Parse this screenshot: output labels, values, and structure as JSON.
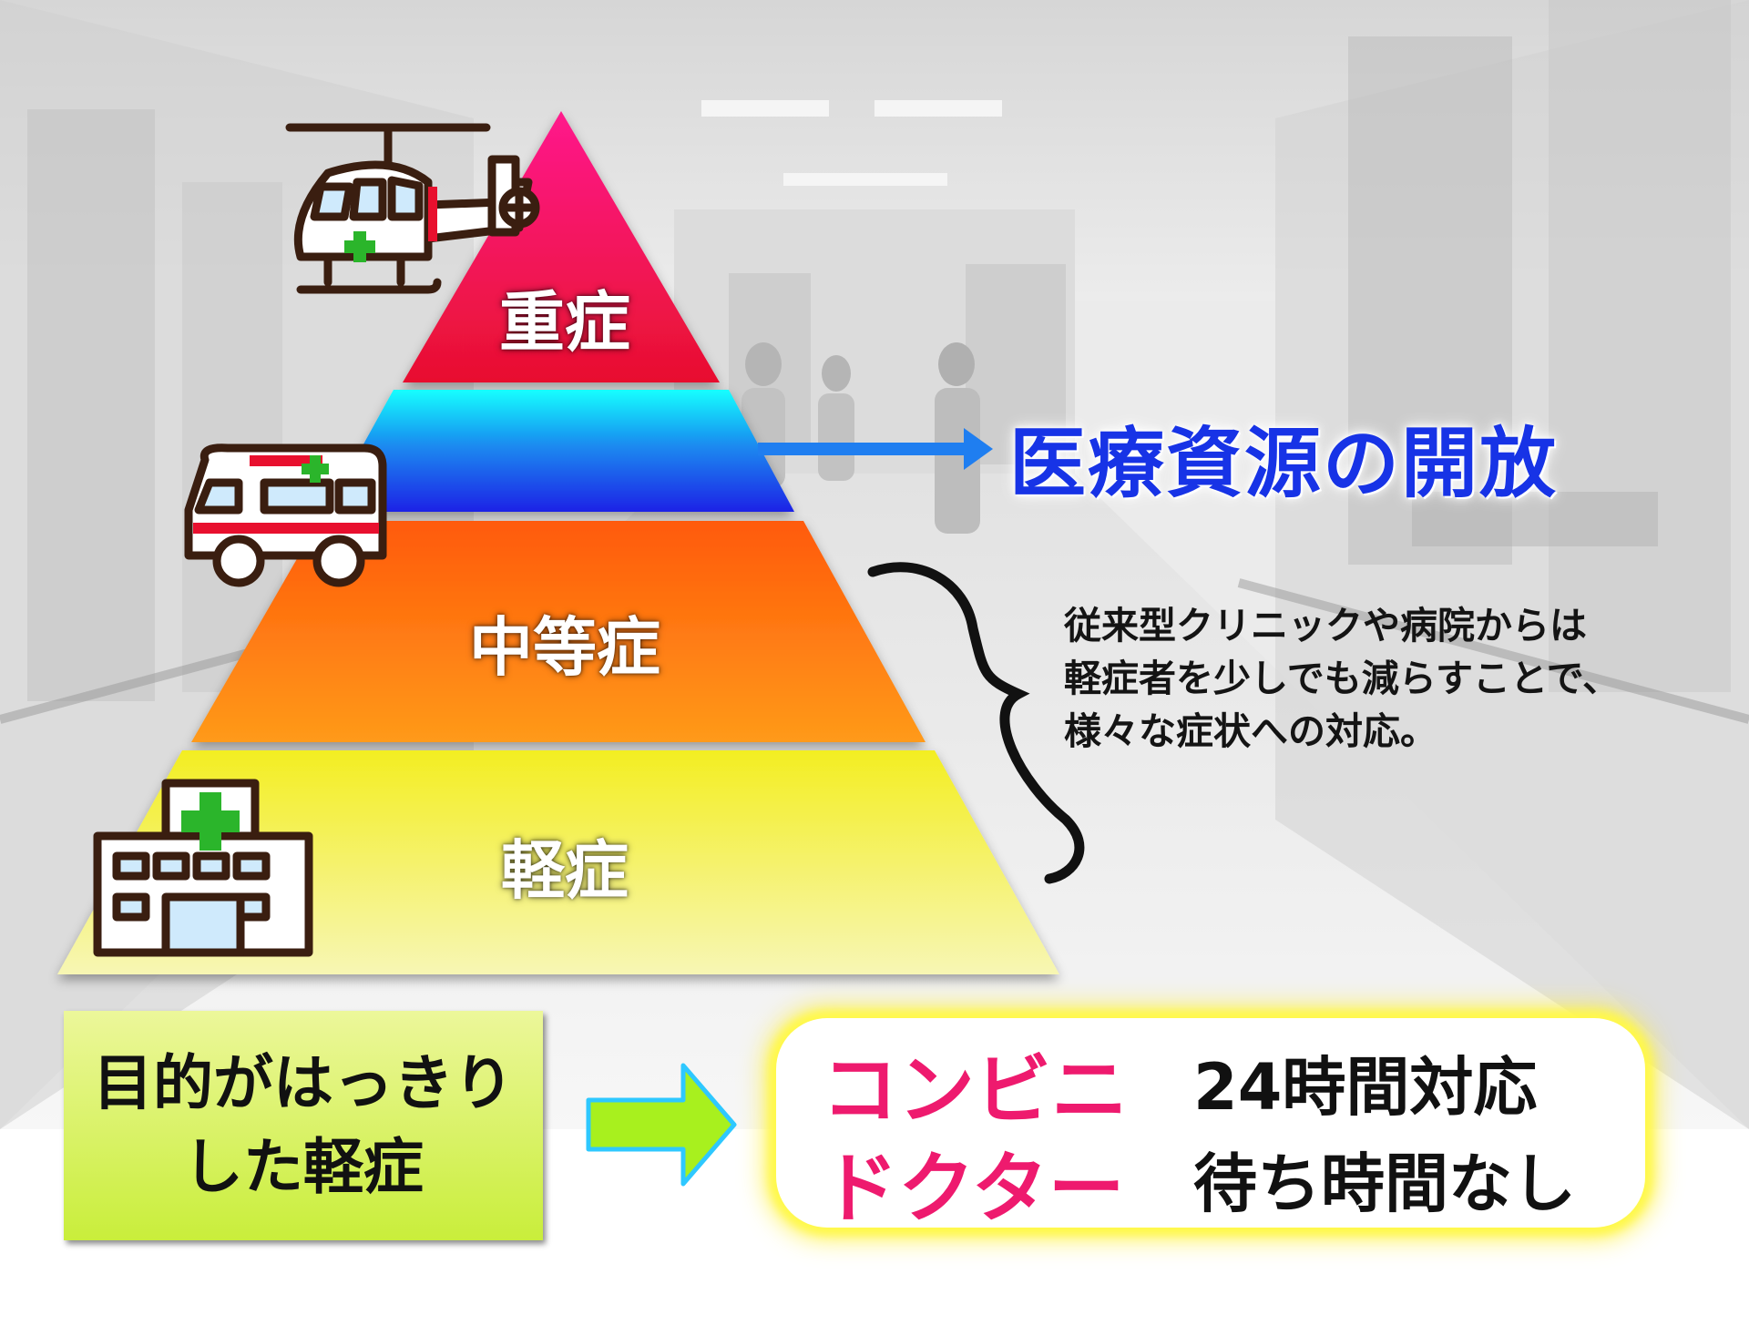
{
  "pyramid": {
    "tiers": [
      {
        "id": "severe",
        "label": "重症",
        "colors": [
          "#ff1a8c",
          "#e8102e"
        ]
      },
      {
        "id": "middle",
        "label": "",
        "colors": [
          "#14ffff",
          "#1a22e6"
        ]
      },
      {
        "id": "moderate",
        "label": "中等症",
        "colors": [
          "#ff7a14",
          "#ff8c0f"
        ]
      },
      {
        "id": "mild",
        "label": "軽症",
        "colors": [
          "#f3ee2c",
          "#f7f6a8"
        ]
      }
    ]
  },
  "icons": [
    "helicopter-icon",
    "ambulance-icon",
    "hospital-icon",
    "brace-icon",
    "arrow-right-icon"
  ],
  "headline": "医療資源の開放",
  "description": [
    "従来型クリニックや病院からは",
    "軽症者を少しでも減らすことで、",
    "様々な症状への対応。"
  ],
  "green_box": {
    "line1": "目的がはっきり",
    "line2": "した軽症"
  },
  "result_box": {
    "pink_line1": "コンビニ",
    "pink_line2": "ドクター",
    "black_line1": "24時間対応",
    "black_line2": "待ち時間なし"
  },
  "colors": {
    "headline": "#1733e6",
    "pink": "#ee1a6e",
    "arrow_blue": "#1f7ef0",
    "green_arrow": "#a8f01e"
  }
}
